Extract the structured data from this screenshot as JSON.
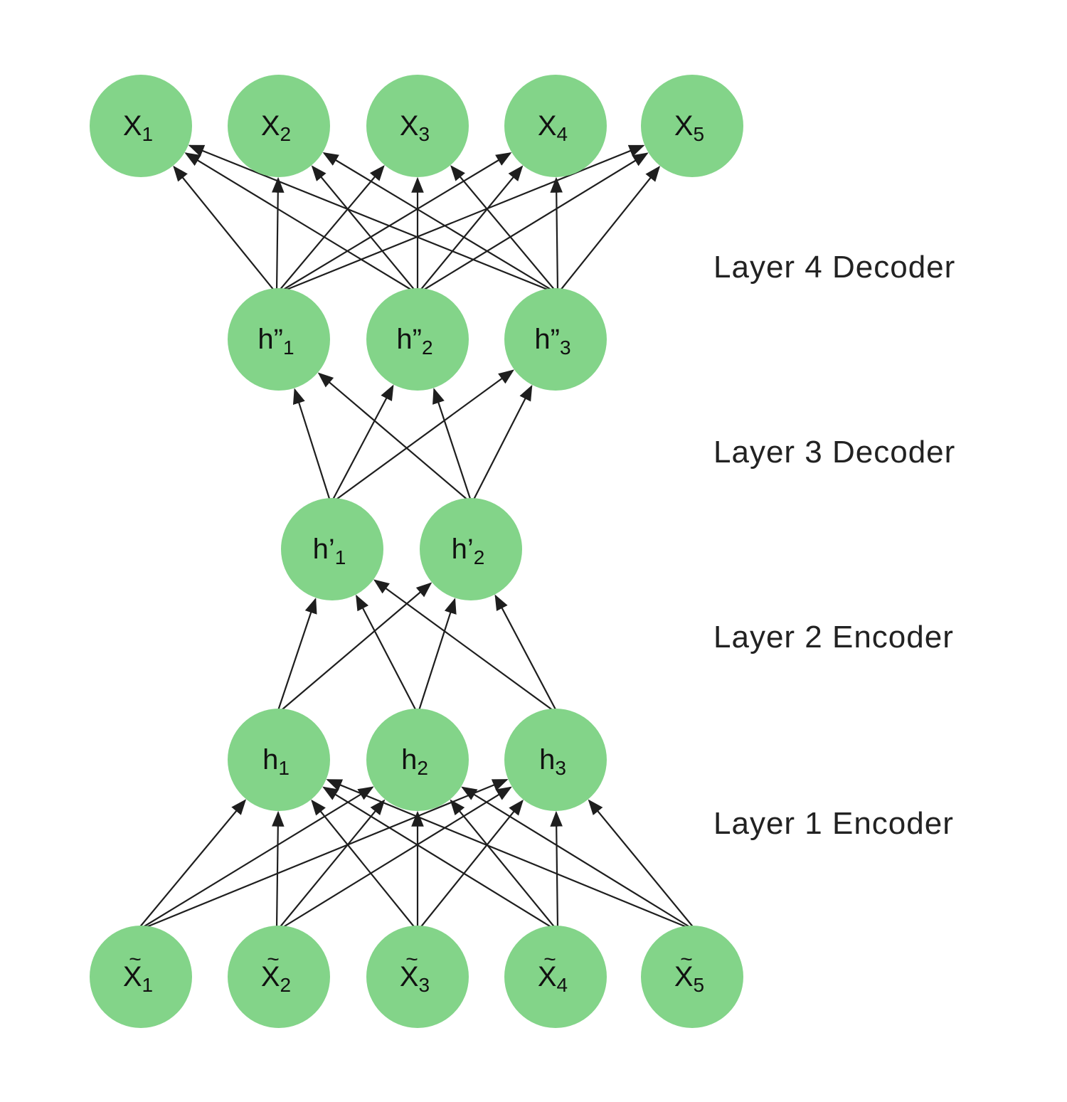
{
  "diagram": {
    "title": "",
    "node_color": "#83d489",
    "edge_color": "#1e1e1e",
    "layers": [
      {
        "id": "input",
        "nodes": [
          {
            "id": "xt1",
            "base": "X",
            "mark": "~",
            "sub": "1"
          },
          {
            "id": "xt2",
            "base": "X",
            "mark": "~",
            "sub": "2"
          },
          {
            "id": "xt3",
            "base": "X",
            "mark": "~",
            "sub": "3"
          },
          {
            "id": "xt4",
            "base": "X",
            "mark": "~",
            "sub": "4"
          },
          {
            "id": "xt5",
            "base": "X",
            "mark": "~",
            "sub": "5"
          }
        ]
      },
      {
        "id": "hidden1",
        "nodes": [
          {
            "id": "h1",
            "base": "h",
            "mark": "",
            "sub": "1"
          },
          {
            "id": "h2",
            "base": "h",
            "mark": "",
            "sub": "2"
          },
          {
            "id": "h3",
            "base": "h",
            "mark": "",
            "sub": "3"
          }
        ]
      },
      {
        "id": "hidden2",
        "nodes": [
          {
            "id": "hp1",
            "base": "h’",
            "mark": "",
            "sub": "1"
          },
          {
            "id": "hp2",
            "base": "h’",
            "mark": "",
            "sub": "2"
          }
        ]
      },
      {
        "id": "hidden3",
        "nodes": [
          {
            "id": "hpp1",
            "base": "h”",
            "mark": "",
            "sub": "1"
          },
          {
            "id": "hpp2",
            "base": "h”",
            "mark": "",
            "sub": "2"
          },
          {
            "id": "hpp3",
            "base": "h”",
            "mark": "",
            "sub": "3"
          }
        ]
      },
      {
        "id": "output",
        "nodes": [
          {
            "id": "x1",
            "base": "X",
            "mark": "",
            "sub": "1"
          },
          {
            "id": "x2",
            "base": "X",
            "mark": "",
            "sub": "2"
          },
          {
            "id": "x3",
            "base": "X",
            "mark": "",
            "sub": "3"
          },
          {
            "id": "x4",
            "base": "X",
            "mark": "",
            "sub": "4"
          },
          {
            "id": "x5",
            "base": "X",
            "mark": "",
            "sub": "5"
          }
        ]
      }
    ],
    "connections": [
      {
        "from": "input",
        "to": "hidden1",
        "type": "fully-connected",
        "label": "Layer 1 Encoder"
      },
      {
        "from": "hidden1",
        "to": "hidden2",
        "type": "fully-connected",
        "label": "Layer 2 Encoder"
      },
      {
        "from": "hidden2",
        "to": "hidden3",
        "type": "fully-connected",
        "label": "Layer 3 Decoder"
      },
      {
        "from": "hidden3",
        "to": "output",
        "type": "fully-connected",
        "label": "Layer 4 Decoder"
      }
    ]
  }
}
